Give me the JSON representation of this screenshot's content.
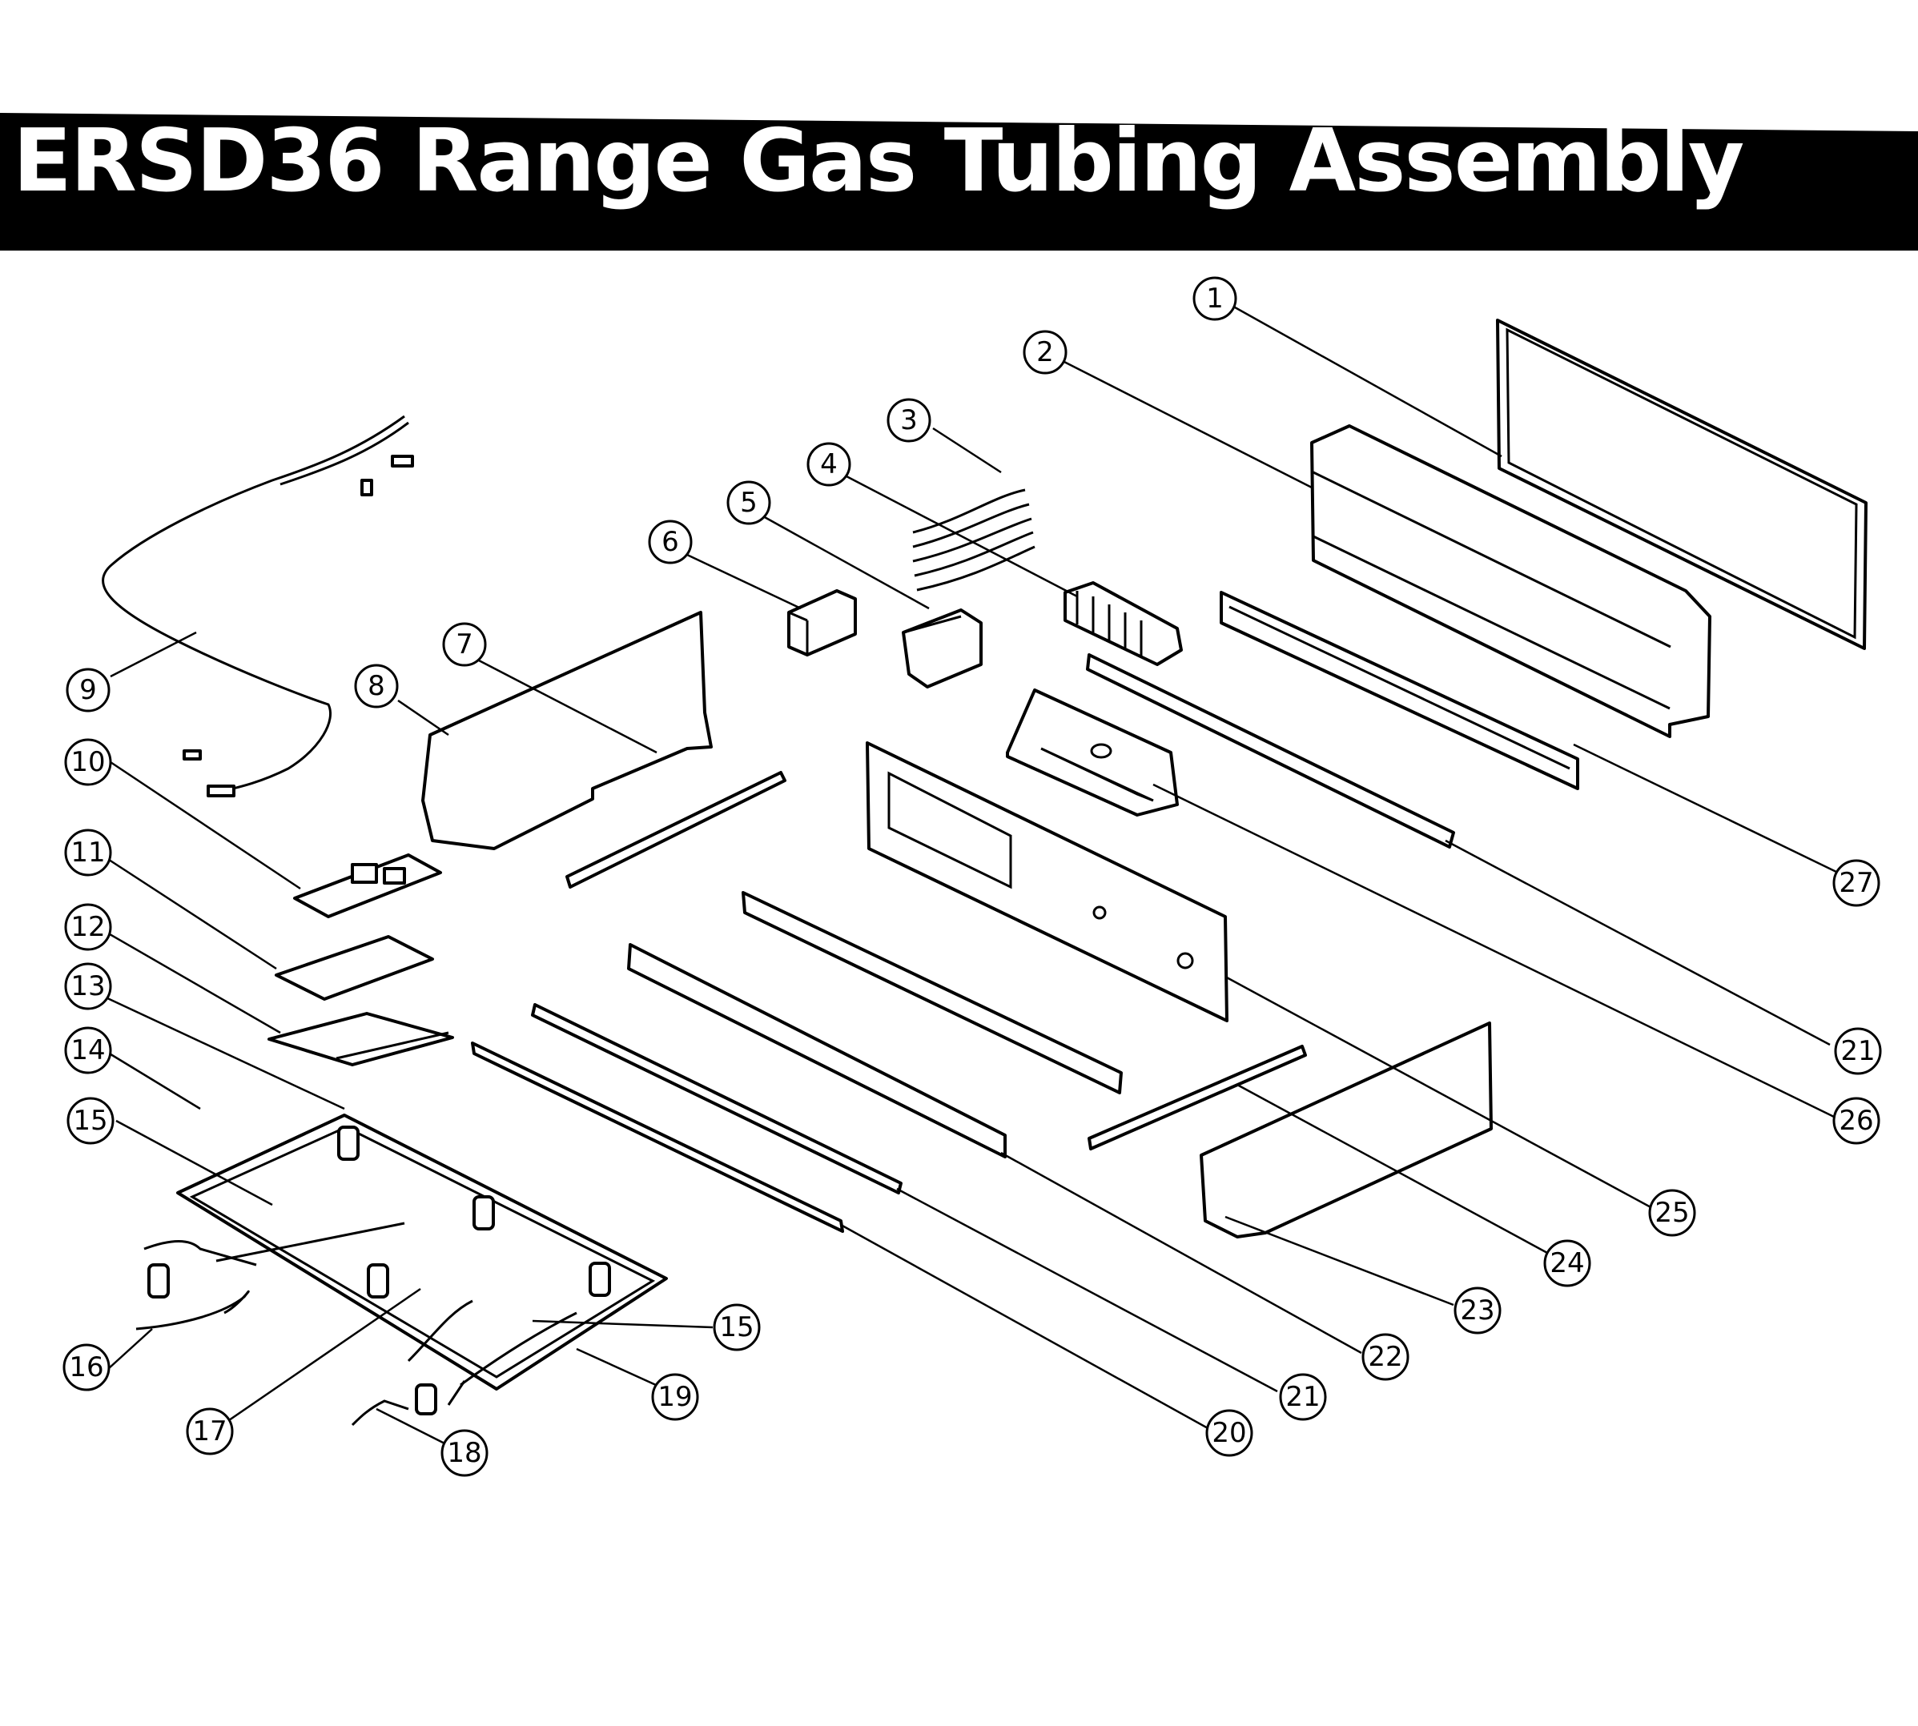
{
  "title": "ERSD36 Range Gas Tubing Assembly",
  "callouts": {
    "c1": "1",
    "c2": "2",
    "c3": "3",
    "c4": "4",
    "c5": "5",
    "c6": "6",
    "c7": "7",
    "c8": "8",
    "c9": "9",
    "c10": "10",
    "c11": "11",
    "c12": "12",
    "c13": "13",
    "c14": "14",
    "c15a": "15",
    "c15b": "15",
    "c16": "16",
    "c17": "17",
    "c18": "18",
    "c19": "19",
    "c20": "20",
    "c21a": "21",
    "c21b": "21",
    "c22": "22",
    "c23": "23",
    "c24": "24",
    "c25": "25",
    "c26": "26",
    "c27": "27"
  }
}
